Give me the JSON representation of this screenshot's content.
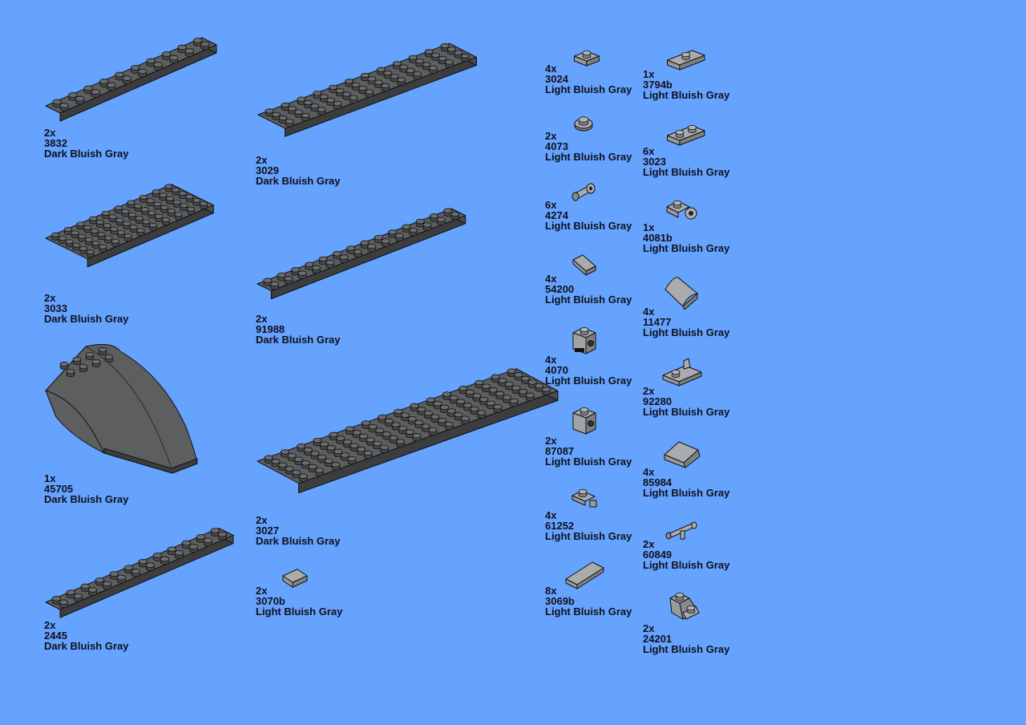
{
  "colors": {
    "background": "#66a3ff",
    "dark_bluish_gray": "#5c5e60",
    "light_bluish_gray": "#a9abad"
  },
  "parts": [
    {
      "id": "p3832",
      "qty": "2x",
      "number": "3832",
      "color": "Dark Bluish Gray",
      "icon": "plate-2x10-icon"
    },
    {
      "id": "p3029",
      "qty": "2x",
      "number": "3029",
      "color": "Dark Bluish Gray",
      "icon": "plate-4x12-icon"
    },
    {
      "id": "p3033",
      "qty": "2x",
      "number": "3033",
      "color": "Dark Bluish Gray",
      "icon": "plate-6x10-icon"
    },
    {
      "id": "p91988",
      "qty": "2x",
      "number": "91988",
      "color": "Dark Bluish Gray",
      "icon": "plate-2x14-icon"
    },
    {
      "id": "p45705",
      "qty": "1x",
      "number": "45705",
      "color": "Dark Bluish Gray",
      "icon": "wedge-curved-icon"
    },
    {
      "id": "p3027",
      "qty": "2x",
      "number": "3027",
      "color": "Dark Bluish Gray",
      "icon": "plate-6x16-icon"
    },
    {
      "id": "p2445",
      "qty": "2x",
      "number": "2445",
      "color": "Dark Bluish Gray",
      "icon": "plate-2x12-icon"
    },
    {
      "id": "p3070b",
      "qty": "2x",
      "number": "3070b",
      "color": "Light Bluish Gray",
      "icon": "tile-1x1-icon"
    },
    {
      "id": "p3024",
      "qty": "4x",
      "number": "3024",
      "color": "Light Bluish Gray",
      "icon": "plate-1x1-icon"
    },
    {
      "id": "p3794b",
      "qty": "1x",
      "number": "3794b",
      "color": "Light Bluish Gray",
      "icon": "plate-1x2-jumper-icon"
    },
    {
      "id": "p4073",
      "qty": "2x",
      "number": "4073",
      "color": "Light Bluish Gray",
      "icon": "round-plate-1x1-icon"
    },
    {
      "id": "p3023",
      "qty": "6x",
      "number": "3023",
      "color": "Light Bluish Gray",
      "icon": "plate-1x2-icon"
    },
    {
      "id": "p4274",
      "qty": "6x",
      "number": "4274",
      "color": "Light Bluish Gray",
      "icon": "pin-icon"
    },
    {
      "id": "p4081b",
      "qty": "1x",
      "number": "4081b",
      "color": "Light Bluish Gray",
      "icon": "plate-clip-light-icon"
    },
    {
      "id": "p54200",
      "qty": "4x",
      "number": "54200",
      "color": "Light Bluish Gray",
      "icon": "slope-1x1-icon"
    },
    {
      "id": "p11477",
      "qty": "4x",
      "number": "11477",
      "color": "Light Bluish Gray",
      "icon": "curved-slope-icon"
    },
    {
      "id": "p4070",
      "qty": "4x",
      "number": "4070",
      "color": "Light Bluish Gray",
      "icon": "headlight-brick-icon"
    },
    {
      "id": "p92280",
      "qty": "2x",
      "number": "92280",
      "color": "Light Bluish Gray",
      "icon": "plate-clips-icon"
    },
    {
      "id": "p87087",
      "qty": "2x",
      "number": "87087",
      "color": "Light Bluish Gray",
      "icon": "brick-stud-side-icon"
    },
    {
      "id": "p85984",
      "qty": "4x",
      "number": "85984",
      "color": "Light Bluish Gray",
      "icon": "slope-1x2-icon"
    },
    {
      "id": "p61252",
      "qty": "4x",
      "number": "61252",
      "color": "Light Bluish Gray",
      "icon": "plate-clip-icon"
    },
    {
      "id": "p60849",
      "qty": "2x",
      "number": "60849",
      "color": "Light Bluish Gray",
      "icon": "hose-clip-icon"
    },
    {
      "id": "p3069b",
      "qty": "8x",
      "number": "3069b",
      "color": "Light Bluish Gray",
      "icon": "tile-1x2-icon"
    },
    {
      "id": "p24201",
      "qty": "2x",
      "number": "24201",
      "color": "Light Bluish Gray",
      "icon": "slope-inverted-icon"
    }
  ]
}
